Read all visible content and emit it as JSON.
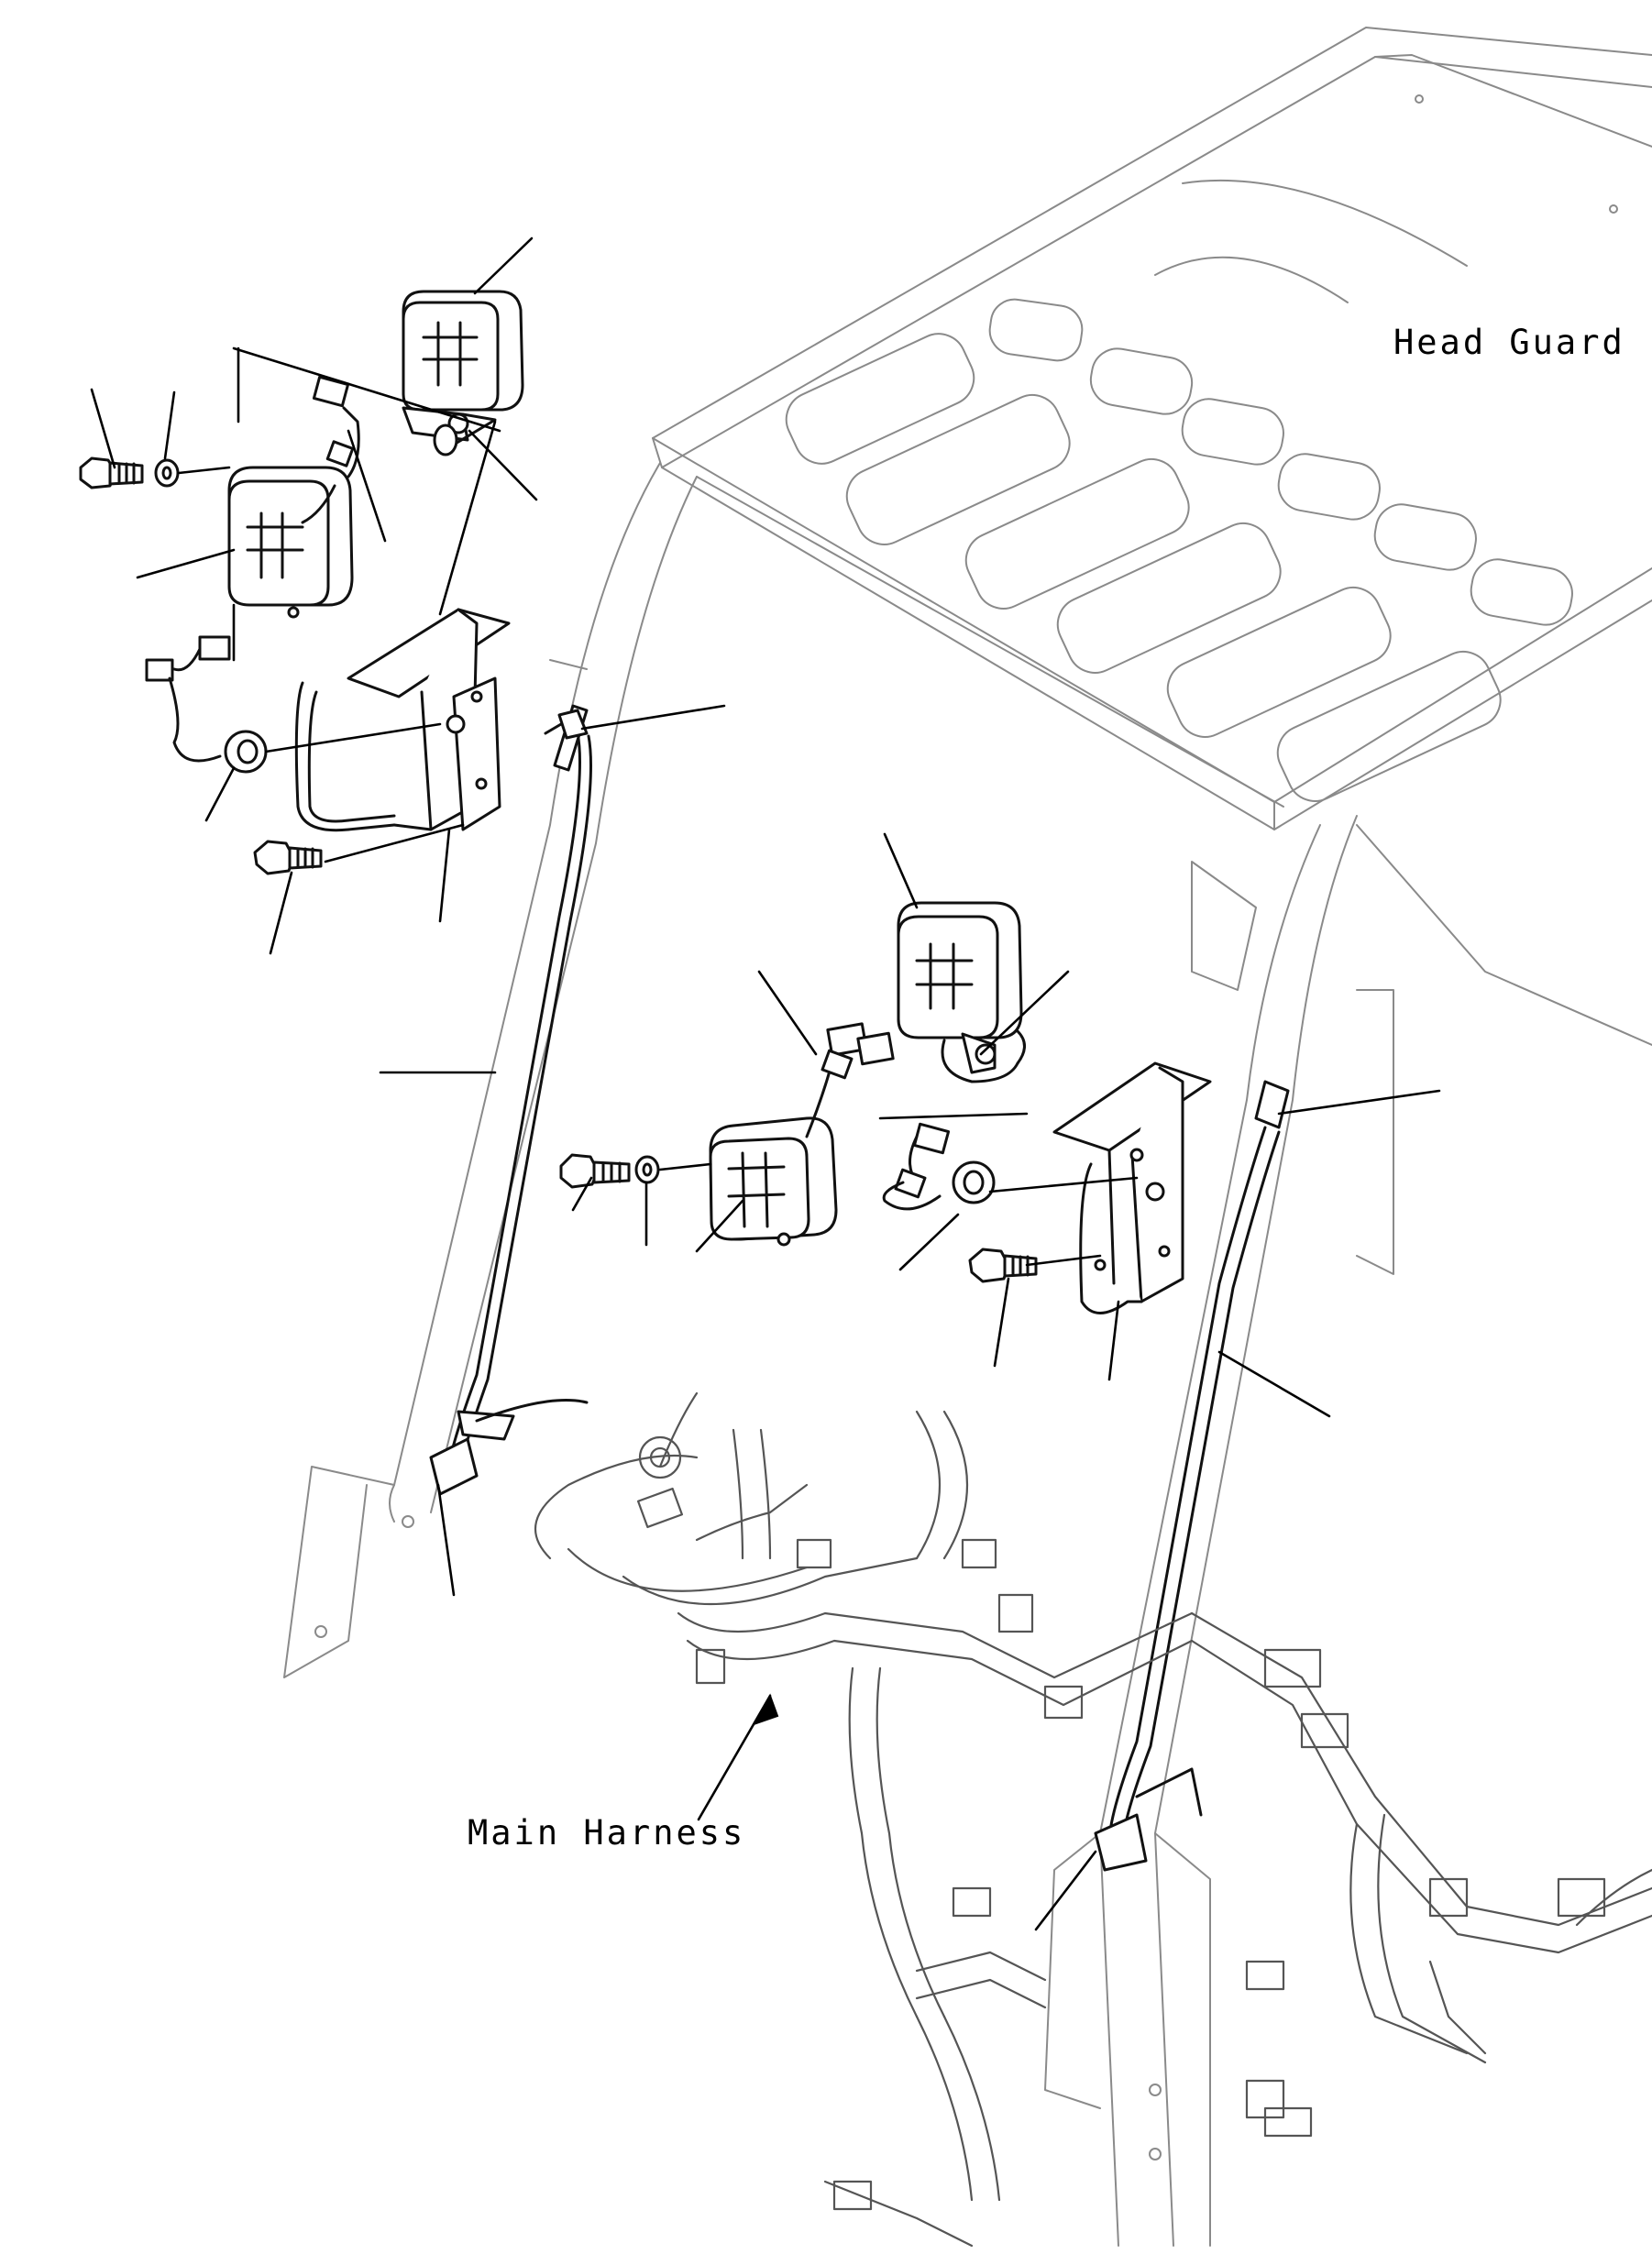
{
  "labels": {
    "head_guard": "Head Guard",
    "main_harness": "Main Harness"
  },
  "colors": {
    "line": "#111111",
    "frame": "#8a8a8a",
    "background": "#ffffff"
  },
  "icons": {
    "work_lamp": "square lamp with hash lens",
    "bolt": "hex bolt",
    "washer": "flat washer",
    "grommet": "rubber grommet",
    "bracket": "lamp mounting bracket"
  }
}
